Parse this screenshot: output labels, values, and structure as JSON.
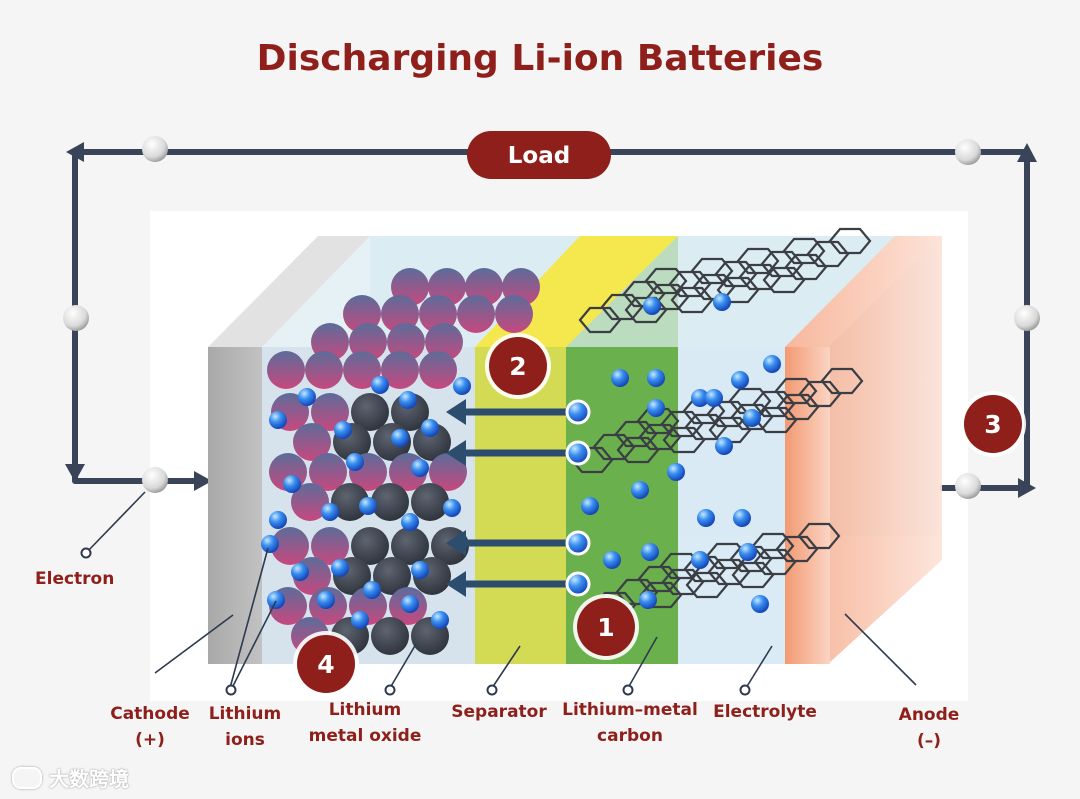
{
  "title": "Discharging Li-ion Batteries",
  "load_label": "Load",
  "steps": [
    "1",
    "2",
    "3",
    "4"
  ],
  "labels": {
    "electron": "Electron",
    "cathode": [
      "Cathode",
      "(+)"
    ],
    "lithium_ions": [
      "Lithium",
      "ions"
    ],
    "lithium_metal_oxide": [
      "Lithium",
      "metal oxide"
    ],
    "separator": "Separator",
    "lithium_metal_carbon": [
      "Lithium–metal",
      "carbon"
    ],
    "electrolyte": "Electrolyte",
    "anode": [
      "Anode",
      "(–)"
    ]
  },
  "watermark": "大数跨境",
  "colors": {
    "accent": "#8e1f1a",
    "wire": "#3a4458",
    "cathode": "#b4b4b4",
    "separator": "#d3db55",
    "anode_carbon": "#6ab04c",
    "anode_plate": "#f2a07b",
    "electrolyte": "#dcecf3"
  }
}
